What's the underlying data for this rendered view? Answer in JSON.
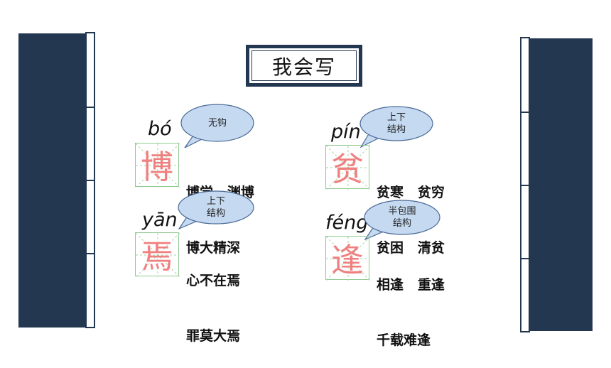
{
  "title": "我会写",
  "colors": {
    "panel": "#243750",
    "bubble": "#c5d9f1",
    "hanzi": "#f08080",
    "grid": "#8fc98f"
  },
  "characters": [
    {
      "pinyin": "bó",
      "char": "博",
      "bubble_lines": [
        "无钩"
      ],
      "words": [
        "博学   渊博",
        "博大精深"
      ]
    },
    {
      "pinyin": "pín",
      "char": "贫",
      "bubble_lines": [
        "上下",
        "结构"
      ],
      "words": [
        "贫寒   贫穷",
        "贫困   清贫"
      ]
    },
    {
      "pinyin": "yān",
      "char": "焉",
      "bubble_lines": [
        "上下",
        "结构"
      ],
      "words": [
        "心不在焉",
        "罪莫大焉"
      ]
    },
    {
      "pinyin": "féng",
      "char": "逢",
      "bubble_lines": [
        "半包围",
        "结构"
      ],
      "words": [
        "相逢   重逢",
        "千载难逢"
      ]
    }
  ]
}
